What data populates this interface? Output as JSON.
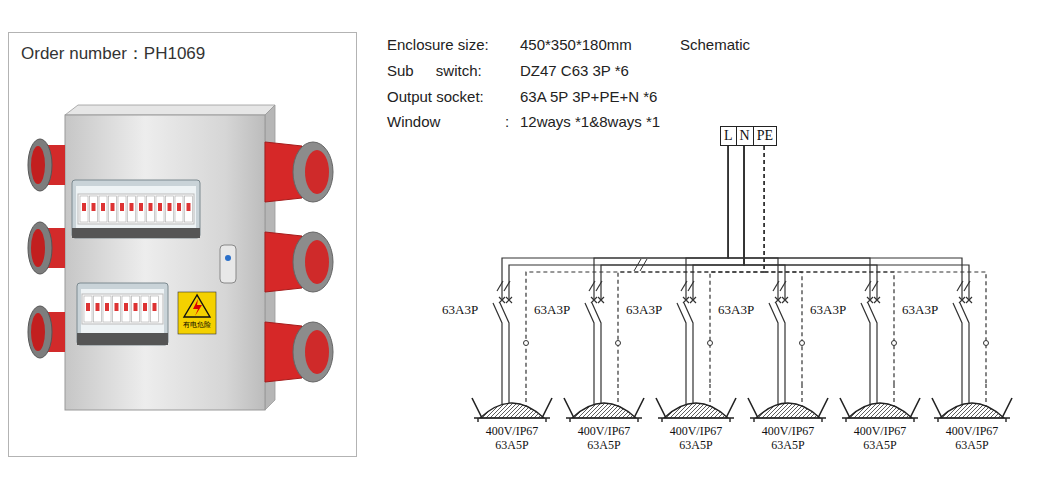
{
  "diagram": {
    "nodes": [
      {
        "text": [
          "Order number：PH1069"
        ]
      },
      {
        "text": [
          "L",
          "N",
          "PE"
        ]
      },
      {
        "text": [
          "400V/IP67",
          "63A5P"
        ]
      },
      {
        "text": [
          "400V/IP67",
          "63A5P"
        ]
      },
      {
        "text": [
          "400V/IP67",
          "63A5P"
        ]
      },
      {
        "text": [
          "400V/IP67",
          "63A5P"
        ]
      },
      {
        "text": [
          "400V/IP67",
          "63A5P"
        ]
      },
      {
        "text": [
          "400V/IP67",
          "63A5P"
        ]
      }
    ],
    "edges": [
      {
        "from": 1,
        "to": 2,
        "arrow": "none"
      },
      {
        "from": 1,
        "to": 3,
        "arrow": "none"
      },
      {
        "from": 1,
        "to": 4,
        "arrow": "none"
      },
      {
        "from": 1,
        "to": 5,
        "arrow": "none"
      },
      {
        "from": 1,
        "to": 6,
        "arrow": "none"
      },
      {
        "from": 1,
        "to": 7,
        "arrow": "none"
      }
    ],
    "labels": [
      "Enclosure size:",
      "450*350*180mm",
      "Schematic",
      "Sub switch:",
      "DZ47 C63 3P *6",
      "Output socket:",
      "63A 5P 3P+PE+N *6",
      "Window",
      ":",
      "12ways *1&8ways *1",
      "63A3P",
      "63A3P",
      "63A3P",
      "63A3P",
      "63A3P",
      "63A3P",
      "有电危险"
    ]
  }
}
